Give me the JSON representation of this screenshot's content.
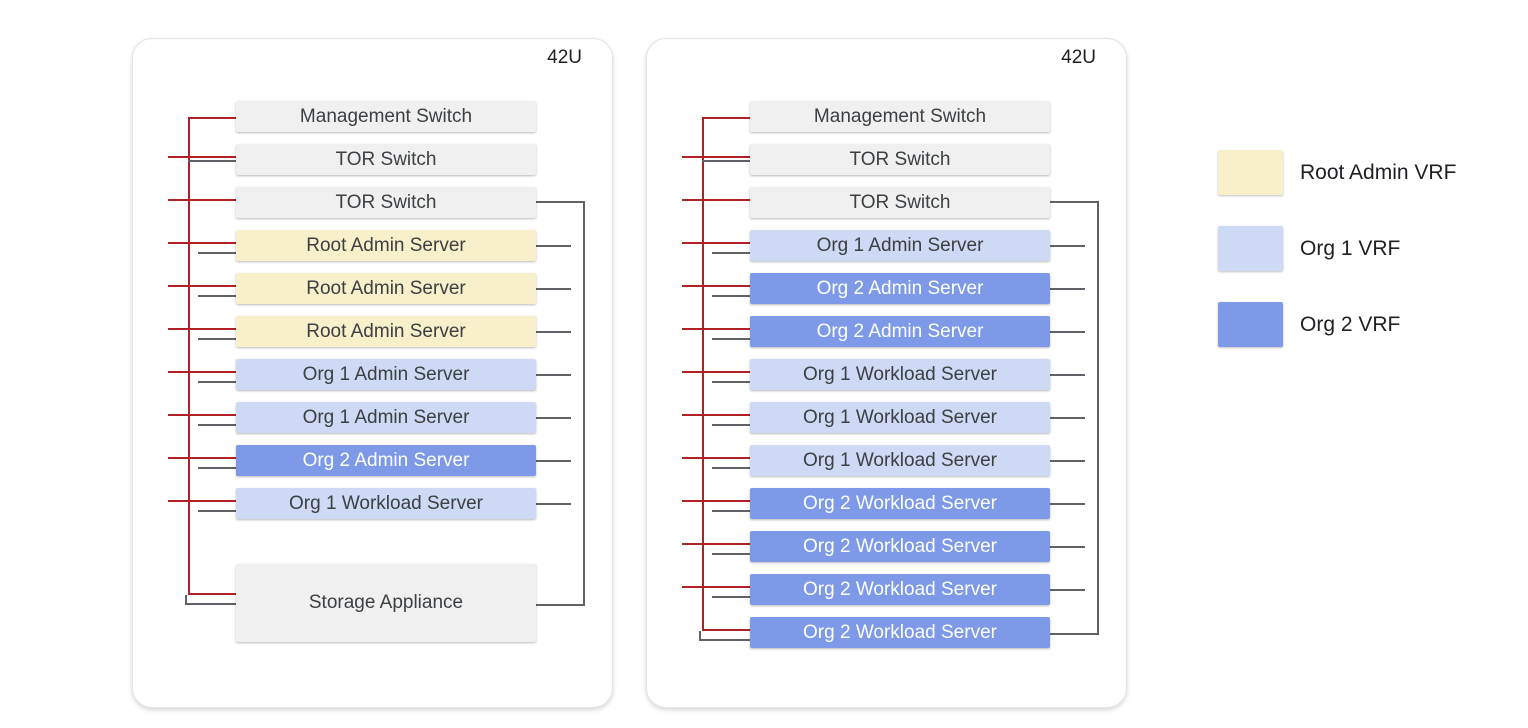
{
  "colors": {
    "red_line": "#b02025",
    "gray_line": "#5f6368",
    "infra_fill": "#f0f0f0",
    "root_admin_fill": "#f7f0ca",
    "org1_fill": "#cdd9f5",
    "org2_fill": "#7d99e8",
    "box_text": "#3c4043",
    "org2_text": "#ffffff"
  },
  "racks": [
    {
      "unit_label": "42U",
      "rows": [
        {
          "label": "Management Switch",
          "type": "infra"
        },
        {
          "label": "TOR Switch",
          "type": "infra"
        },
        {
          "label": "TOR Switch",
          "type": "infra"
        },
        {
          "label": "Root Admin Server",
          "type": "root"
        },
        {
          "label": "Root Admin Server",
          "type": "root"
        },
        {
          "label": "Root Admin Server",
          "type": "root"
        },
        {
          "label": "Org 1 Admin Server",
          "type": "org1"
        },
        {
          "label": "Org 1 Admin Server",
          "type": "org1"
        },
        {
          "label": "Org 2 Admin Server",
          "type": "org2"
        },
        {
          "label": "Org 1 Workload Server",
          "type": "org1"
        }
      ],
      "storage": {
        "label": "Storage Appliance",
        "type": "infra"
      }
    },
    {
      "unit_label": "42U",
      "rows": [
        {
          "label": "Management Switch",
          "type": "infra"
        },
        {
          "label": "TOR Switch",
          "type": "infra"
        },
        {
          "label": "TOR Switch",
          "type": "infra"
        },
        {
          "label": "Org 1 Admin Server",
          "type": "org1"
        },
        {
          "label": "Org 2 Admin Server",
          "type": "org2"
        },
        {
          "label": "Org 2 Admin Server",
          "type": "org2"
        },
        {
          "label": "Org 1 Workload Server",
          "type": "org1"
        },
        {
          "label": "Org 1 Workload Server",
          "type": "org1"
        },
        {
          "label": "Org 1 Workload Server",
          "type": "org1"
        },
        {
          "label": "Org 2 Workload Server",
          "type": "org2"
        },
        {
          "label": "Org 2 Workload Server",
          "type": "org2"
        },
        {
          "label": "Org 2 Workload Server",
          "type": "org2"
        },
        {
          "label": "Org 2 Workload Server",
          "type": "org2"
        }
      ],
      "storage": null
    }
  ],
  "legend": [
    {
      "label": "Root Admin VRF",
      "color": "#f7f0ca"
    },
    {
      "label": "Org 1 VRF",
      "color": "#cdd9f5"
    },
    {
      "label": "Org 2 VRF",
      "color": "#7d99e8"
    }
  ]
}
